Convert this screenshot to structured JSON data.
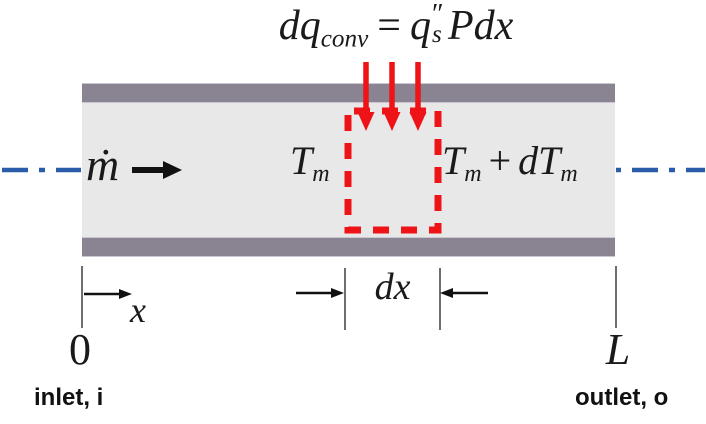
{
  "colors": {
    "red": "#ee1317",
    "blue": "#2a5caa",
    "wall": "#8a8391",
    "wall_edge": "#cac6d2",
    "fluid": "#e8e8e8",
    "ink": "#1a1a1a",
    "tick": "#4a4a4a"
  },
  "equation": {
    "lhs": "dq",
    "lhs_sub": "conv",
    "equals": "=",
    "rhs_q": "q",
    "rhs_prime": "″",
    "rhs_sub": "s",
    "rhs_tail": "Pdx"
  },
  "flow": {
    "m_dot": "ṁ"
  },
  "temps": {
    "T_left": "T",
    "sub_left": "m",
    "T_right": "T",
    "sub_right": "m",
    "plus": "+",
    "dT": "dT",
    "sub_right2": "m"
  },
  "axis": {
    "x": "x",
    "dx": "dx",
    "origin": "0",
    "length": "L"
  },
  "captions": {
    "inlet": "inlet, i",
    "outlet": "outlet, o"
  },
  "icons": {
    "heat_flux_arrows": "triple-red-down-arrow-icon",
    "flow_arrow": "black-right-arrow-icon",
    "centerline": "blue-dash-dot-centerline",
    "control_volume": "red-dashed-box"
  }
}
